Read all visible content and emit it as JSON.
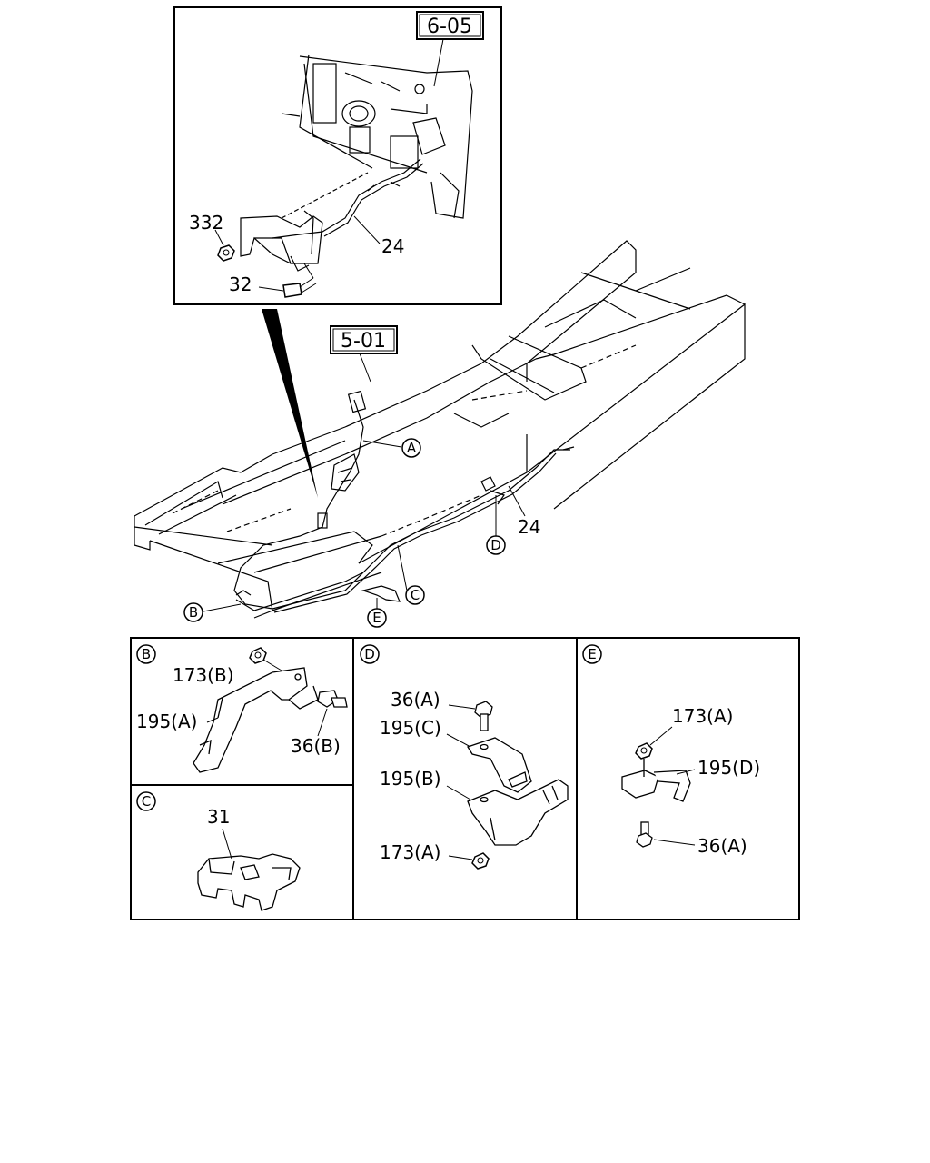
{
  "inset": {
    "ref_box": "6-05",
    "labels": {
      "p332": "332",
      "p24": "24",
      "p32": "32"
    }
  },
  "main": {
    "ref_box": "5-01",
    "callouts": {
      "a": "A",
      "b": "B",
      "c": "C",
      "d": "D",
      "e": "E"
    },
    "labels": {
      "p24": "24"
    }
  },
  "details": {
    "b": {
      "letter": "B",
      "l1": "173(B)",
      "l2": "195(A)",
      "l3": "36(B)"
    },
    "c": {
      "letter": "C",
      "l1": "31"
    },
    "d": {
      "letter": "D",
      "l1": "36(A)",
      "l2": "195(C)",
      "l3": "195(B)",
      "l4": "173(A)"
    },
    "e": {
      "letter": "E",
      "l1": "173(A)",
      "l2": "195(D)",
      "l3": "36(A)"
    }
  }
}
